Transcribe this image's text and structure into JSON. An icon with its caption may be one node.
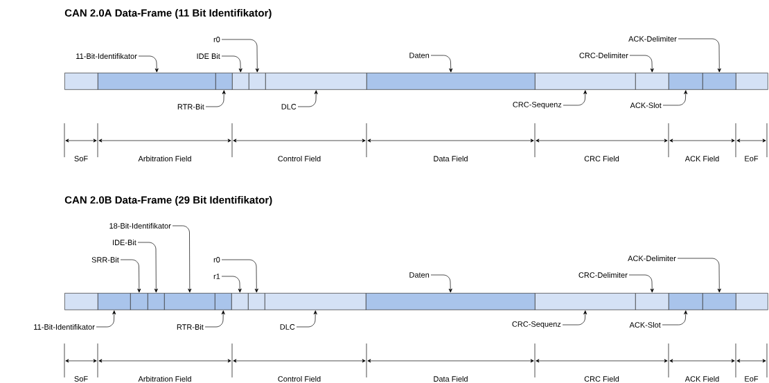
{
  "diagram": {
    "nodes": [
      {
        "text": [],
        "shape": "bar"
      },
      {
        "text": [],
        "shape": "bar"
      },
      {
        "text": [],
        "shape": "bar"
      },
      {
        "text": [],
        "shape": "bar"
      },
      {
        "text": [],
        "shape": "bar"
      },
      {
        "text": [],
        "shape": "bar"
      },
      {
        "text": [],
        "shape": "bar"
      },
      {
        "text": [],
        "shape": "bar"
      },
      {
        "text": [],
        "shape": "bar"
      },
      {
        "text": [],
        "shape": "bar"
      },
      {
        "text": [],
        "shape": "bar"
      },
      {
        "text": [],
        "shape": "bar"
      },
      {
        "text": [
          "r0"
        ]
      },
      {
        "text": [
          "ACK-Delimiter"
        ]
      },
      {
        "text": [
          "11-Bit-Identifikator"
        ]
      },
      {
        "text": [
          "IDE Bit"
        ]
      },
      {
        "text": [
          "Daten"
        ]
      },
      {
        "text": [
          "CRC-Delimiter"
        ]
      },
      {
        "text": [
          "RTR-Bit"
        ]
      },
      {
        "text": [
          "DLC"
        ]
      },
      {
        "text": [
          "CRC-Sequenz"
        ]
      },
      {
        "text": [
          "ACK-Slot"
        ]
      },
      {
        "text": [],
        "shape": "bar"
      },
      {
        "text": [],
        "shape": "bar"
      },
      {
        "text": [],
        "shape": "bar"
      },
      {
        "text": [],
        "shape": "bar"
      },
      {
        "text": [],
        "shape": "bar"
      },
      {
        "text": [],
        "shape": "bar"
      },
      {
        "text": [],
        "shape": "bar"
      },
      {
        "text": [],
        "shape": "bar"
      },
      {
        "text": [],
        "shape": "bar"
      },
      {
        "text": [],
        "shape": "bar"
      },
      {
        "text": [],
        "shape": "bar"
      },
      {
        "text": [],
        "shape": "bar"
      },
      {
        "text": [],
        "shape": "bar"
      },
      {
        "text": [],
        "shape": "bar"
      },
      {
        "text": [],
        "shape": "bar"
      },
      {
        "text": [
          "18-Bit-Identifikator"
        ]
      },
      {
        "text": [
          "IDE-Bit"
        ]
      },
      {
        "text": [
          "SRR-Bit"
        ]
      },
      {
        "text": [
          "r0"
        ]
      },
      {
        "text": [
          "ACK-Delimiter"
        ]
      },
      {
        "text": [
          "r1"
        ]
      },
      {
        "text": [
          "Daten"
        ]
      },
      {
        "text": [
          "CRC-Delimiter"
        ]
      },
      {
        "text": [
          "11-Bit-Identifikator"
        ]
      },
      {
        "text": [
          "RTR-Bit"
        ]
      },
      {
        "text": [
          "DLC"
        ]
      },
      {
        "text": [
          "CRC-Sequenz"
        ]
      },
      {
        "text": [
          "ACK-Slot"
        ]
      }
    ],
    "edges": [
      {
        "from": 12,
        "to": 4,
        "arrow": "to"
      },
      {
        "from": 13,
        "to": 10,
        "arrow": "to"
      },
      {
        "from": 14,
        "to": 1,
        "arrow": "to"
      },
      {
        "from": 15,
        "to": 3,
        "arrow": "to"
      },
      {
        "from": 16,
        "to": 6,
        "arrow": "to"
      },
      {
        "from": 17,
        "to": 8,
        "arrow": "to"
      },
      {
        "from": 18,
        "to": 2,
        "arrow": "to"
      },
      {
        "from": 19,
        "to": 5,
        "arrow": "to"
      },
      {
        "from": 20,
        "to": 7,
        "arrow": "to"
      },
      {
        "from": 21,
        "to": 9,
        "arrow": "to"
      },
      {
        "from": 37,
        "to": 26,
        "arrow": "to"
      },
      {
        "from": 38,
        "to": 25,
        "arrow": "to"
      },
      {
        "from": 39,
        "to": 24,
        "arrow": "to"
      },
      {
        "from": 40,
        "to": 29,
        "arrow": "to"
      },
      {
        "from": 41,
        "to": 35,
        "arrow": "to"
      },
      {
        "from": 42,
        "to": 28,
        "arrow": "to"
      },
      {
        "from": 43,
        "to": 31,
        "arrow": "to"
      },
      {
        "from": 44,
        "to": 33,
        "arrow": "to"
      },
      {
        "from": 45,
        "to": 23,
        "arrow": "to"
      },
      {
        "from": 46,
        "to": 27,
        "arrow": "to"
      },
      {
        "from": 47,
        "to": 30,
        "arrow": "to"
      },
      {
        "from": 48,
        "to": 32,
        "arrow": "to"
      },
      {
        "from": 49,
        "to": 34,
        "arrow": "to"
      }
    ],
    "labels": [
      "CAN 2.0A Data-Frame (11 Bit Identifikator)",
      "SoF",
      "Arbitration Field",
      "Control Field",
      "Data Field",
      "CRC Field",
      "ACK Field",
      "EoF",
      "CAN 2.0B Data-Frame (29 Bit Identifikator)",
      "SoF",
      "Arbitration Field",
      "Control Field",
      "Data Field",
      "CRC Field",
      "ACK Field",
      "EoF"
    ]
  }
}
